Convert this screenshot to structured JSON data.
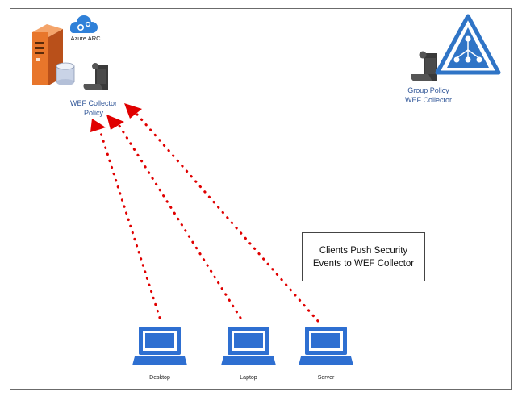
{
  "server": {
    "cloud_label": "Azure ARC",
    "policy_label_line1": "WEF Collector",
    "policy_label_line2": "Policy"
  },
  "group_policy": {
    "label_line1": "Group Policy",
    "label_line2": "WEF Collector"
  },
  "note": {
    "line1": "Clients Push Security",
    "line2": "Events to WEF Collector"
  },
  "devices": [
    {
      "label": "Desktop"
    },
    {
      "label": "Laptop"
    },
    {
      "label": "Server"
    }
  ],
  "colors": {
    "arrow": "#e00000",
    "laptop": "#2e6fd1",
    "server_orange": "#e8762b",
    "cloud": "#2f80d8",
    "scroll": "#3a3a3a",
    "triangle": "#2f74c6",
    "label_blue": "#2f5597"
  }
}
